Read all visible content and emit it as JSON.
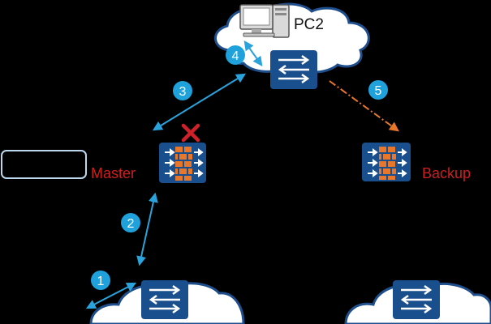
{
  "diagram": {
    "pc_label": "PC2",
    "master_label": "Master",
    "backup_label": "Backup",
    "steps": [
      "1",
      "2",
      "3",
      "4",
      "5"
    ]
  },
  "colors": {
    "background": "#000000",
    "cloud_fill": "#ffffff",
    "cloud_stroke": "#1f4e8c",
    "device_blue": "#1a4f8e",
    "firewall_brick": "#e8762b",
    "arrow_blue": "#2aa3dc",
    "arrow_orange": "#e8762b",
    "step_badge": "#1fa2dc",
    "label_red": "#cc1f1f",
    "fail_mark": "#d0202a",
    "empty_box_stroke": "#bcd8ee"
  },
  "icons": {
    "pc": "desktop-computer-icon",
    "switch": "switch-icon",
    "firewall": "firewall-icon",
    "fail": "x-mark-icon"
  }
}
